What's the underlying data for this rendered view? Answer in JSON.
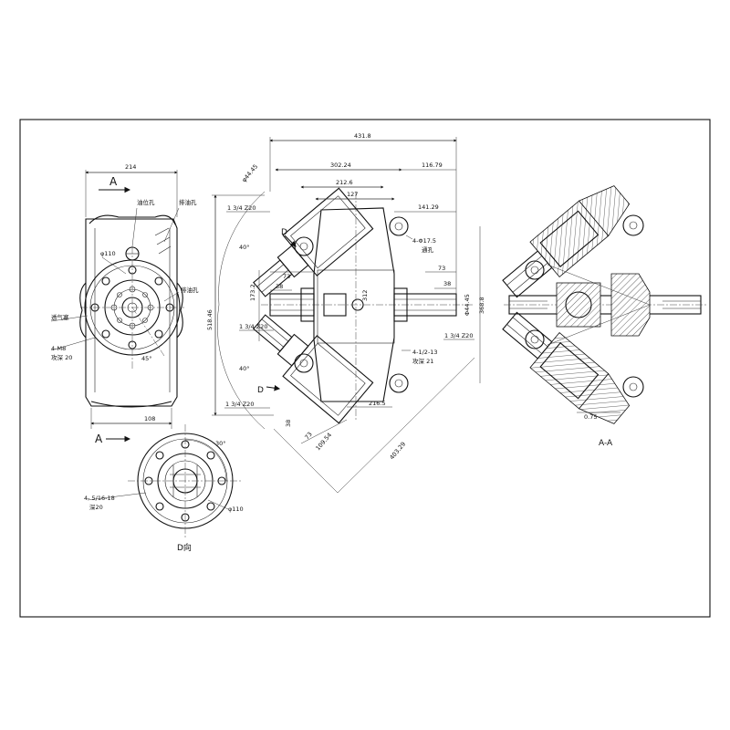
{
  "colors": {
    "line": "#111111",
    "background": "#ffffff"
  },
  "views": {
    "left_view": {
      "arrow_label": "A",
      "dim_width": "214",
      "dim_bottom": "108",
      "oil_level_hole": "油位孔",
      "drain_hole": "排油孔",
      "bore": "φ110",
      "breather": "排油孔",
      "vent_plug": "透气塞",
      "thread": "4-M8",
      "thread_depth": "攻深 20",
      "angle": "45°"
    },
    "main_view": {
      "dim_overall": "431.8",
      "dim_302": "302.24",
      "dim_116": "116.79",
      "dim_212": "212.6",
      "dim_127": "127",
      "dim_141": "141.29",
      "dim_diag_top": "φ44.45",
      "spline_top": "1 3/4 Z20",
      "spline_left": "1 3/4 Z20",
      "spline_right": "1 3/4 Z20",
      "spline_bottom": "1 3/4 Z20",
      "hole_spec": "4-Φ17.5",
      "hole_note": "通孔",
      "angle_top": "40°",
      "angle_bottom": "40°",
      "dim_height": "518.46",
      "dim_73_left": "73",
      "dim_38_left": "38",
      "dim_173": "173.2",
      "dim_312": "312",
      "dim_73_right": "73",
      "dim_38_right": "38",
      "dim_44_right": "Φ44.45",
      "dim_368": "368.8",
      "thread_right": "4-1/2-13",
      "thread_right_depth": "攻深 21",
      "dim_216": "216.5",
      "dim_38_bottom": "38",
      "dim_73_bottom": "73",
      "dim_109": "109.54",
      "dim_403": "403.29",
      "arrow_d": "D"
    },
    "section_view": {
      "dim_075": "0.75",
      "label": "A-A"
    },
    "bottom_view": {
      "arrow_label": "A",
      "angle": "30°",
      "thread": "4- 5/16-18",
      "thread_depth": "深20",
      "bore": "φ110",
      "label": "D向"
    }
  }
}
